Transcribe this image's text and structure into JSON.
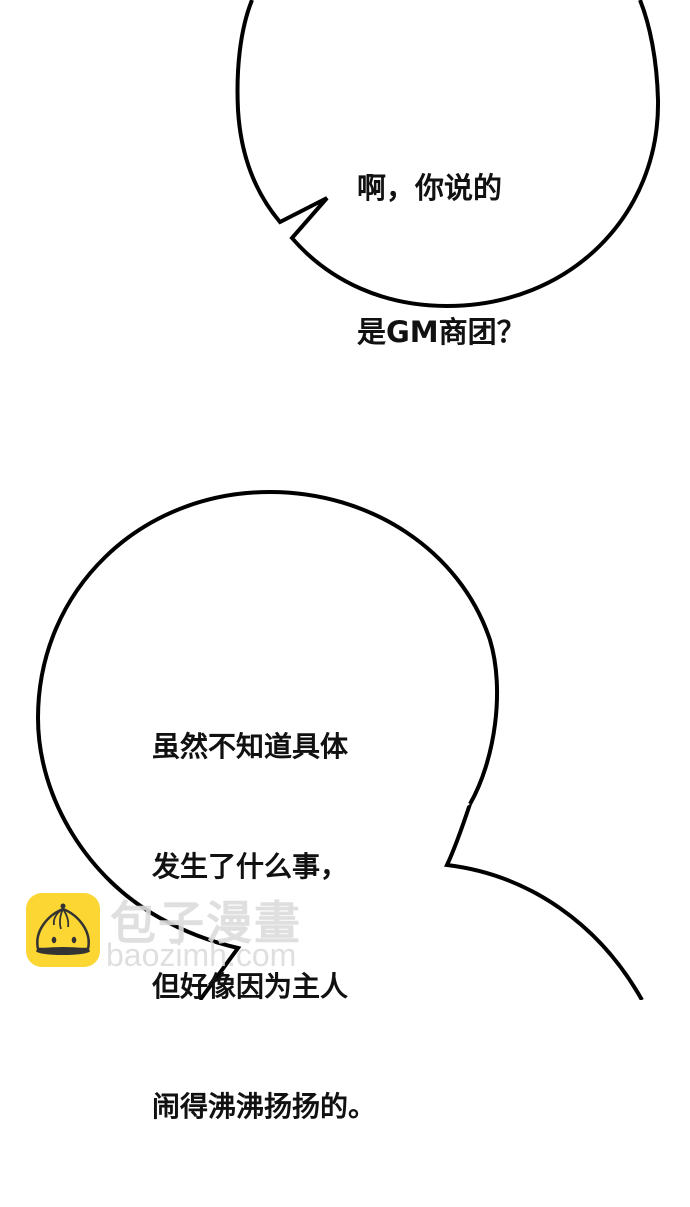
{
  "panel": {
    "background": "#ffffff",
    "outline_color": "#000000"
  },
  "bubbles": {
    "top": {
      "lines": [
        "啊，你说的",
        "是GM商团？"
      ]
    },
    "bottom_left": {
      "lines": [
        "虽然不知道具体",
        "发生了什么事，",
        "但好像因为主人",
        "闹得沸沸扬扬的。"
      ]
    },
    "bottom_right": {
      "lines": []
    }
  },
  "watermark": {
    "icon": "steamed-bun-icon",
    "icon_color": "#fcd734",
    "name_cn": "包子漫畫",
    "domain": "baozimh.com"
  }
}
